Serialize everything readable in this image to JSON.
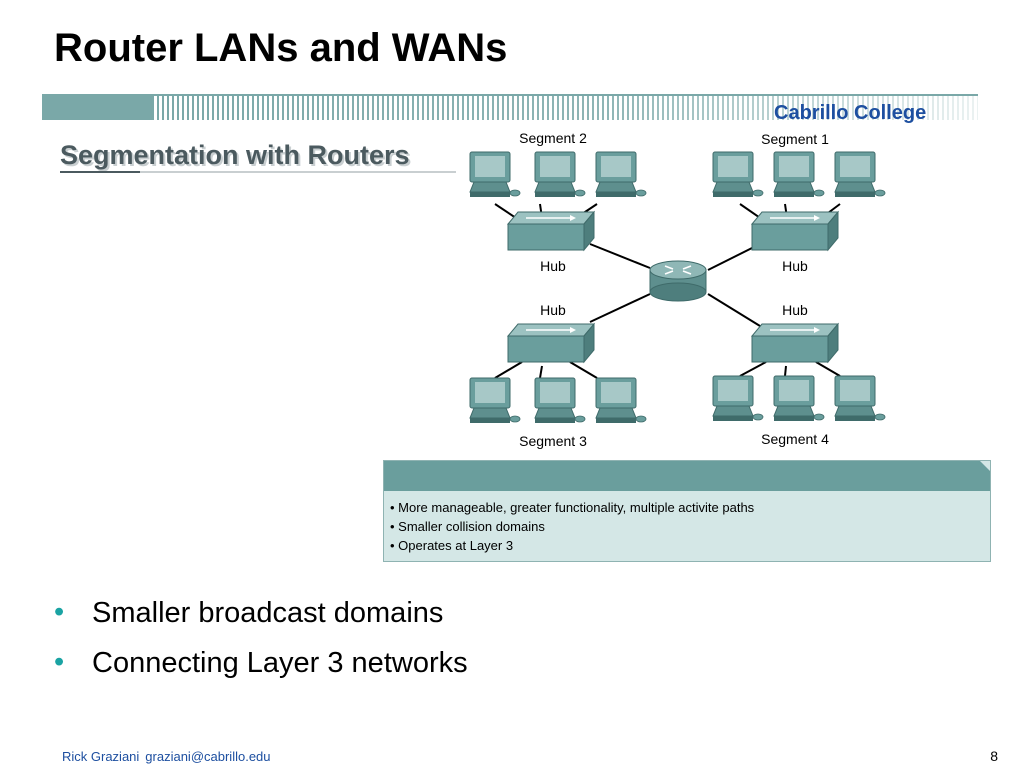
{
  "slide": {
    "title": "Router LANs and WANs",
    "banner_label": "Cabrillo College",
    "subtitle": "Segmentation with Routers"
  },
  "diagram": {
    "segments": [
      "Segment 2",
      "Segment 1",
      "Segment 3",
      "Segment 4"
    ],
    "hub_label": "Hub",
    "hubs": [
      "Hub",
      "Hub",
      "Hub",
      "Hub"
    ]
  },
  "info_box": {
    "items": [
      "More manageable, greater functionality, multiple activite paths",
      "Smaller collision domains",
      "Operates at Layer 3"
    ]
  },
  "bullets": [
    "Smaller broadcast domains",
    "Connecting Layer 3 networks"
  ],
  "footer": {
    "author": "Rick Graziani",
    "email": "graziani@cabrillo.edu",
    "page": "8"
  },
  "colors": {
    "accent_teal": "#1aa3a3",
    "device_teal": "#6a9e9d",
    "link_blue": "#1d4fa0"
  },
  "icons": {
    "workstation": "workstation-icon",
    "hub": "hub-icon",
    "router": "router-icon"
  }
}
